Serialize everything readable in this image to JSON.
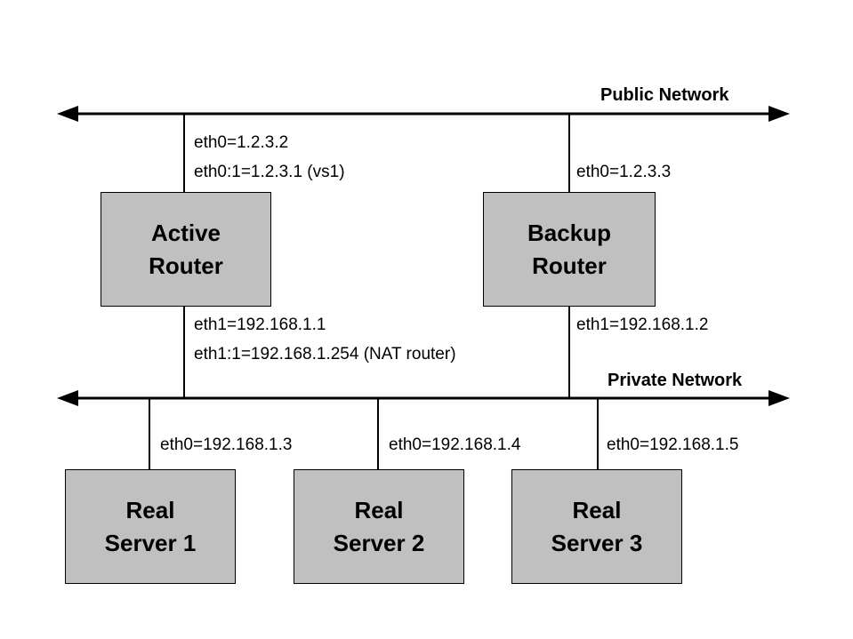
{
  "diagram": {
    "networks": {
      "public": {
        "label": "Public Network"
      },
      "private": {
        "label": "Private Network"
      }
    },
    "nodes": {
      "active_router": {
        "line1": "Active",
        "line2": "Router"
      },
      "backup_router": {
        "line1": "Backup",
        "line2": "Router"
      },
      "real_server_1": {
        "line1": "Real",
        "line2": "Server 1"
      },
      "real_server_2": {
        "line1": "Real",
        "line2": "Server 2"
      },
      "real_server_3": {
        "line1": "Real",
        "line2": "Server 3"
      }
    },
    "interface_labels": {
      "active_router_eth0": "eth0=1.2.3.2",
      "active_router_eth0_alias": "eth0:1=1.2.3.1 (vs1)",
      "backup_router_eth0": "eth0=1.2.3.3",
      "active_router_eth1": "eth1=192.168.1.1",
      "active_router_eth1_alias": "eth1:1=192.168.1.254 (NAT router)",
      "backup_router_eth1": "eth1=192.168.1.2",
      "real_server_1_eth0": "eth0=192.168.1.3",
      "real_server_2_eth0": "eth0=192.168.1.4",
      "real_server_3_eth0": "eth0=192.168.1.5"
    },
    "colors": {
      "box_fill": "#c0c0c0",
      "box_border": "#000000",
      "line": "#000000",
      "text": "#000000",
      "background": "#ffffff"
    }
  }
}
